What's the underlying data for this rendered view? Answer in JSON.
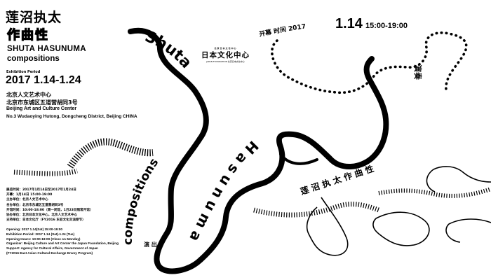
{
  "title_cn": "莲沼执太",
  "subtitle_cn": "作曲性",
  "name_en": "SHUTA HASUNUMA",
  "subtitle_en": "compositions",
  "exhibition_label": "Exhibition Period",
  "dates_short": "2017  1.14-1.24",
  "venue_cn": "北京人文艺术中心",
  "address_cn": "北京市东城区五道营胡同3号",
  "venue_en": "Beijing Art and Culture Center",
  "address_en": "No.3 Wudaoying Hutong, Dongcheng District, Beijing CHINA",
  "info_cn_lines": [
    "展览时间：2017年1月14日至2017年1月24日",
    "开幕：1月14日 15:00-19:00",
    "主办单位：北京人文艺术中心",
    "合办单位：北京市东城区五道营胡同3号",
    "开馆时间：10:00-18:00（周一闭馆，1月23日照常开馆）",
    "协办单位：北京日本文化中心，北京人文艺术中心",
    "支持单位：日本文化厅（FY2016 东亚文化交流使节）"
  ],
  "info_en_lines": [
    "Opening: 2017 1.14(Sat) 15:00-19:00",
    "Exhibition Period: 2017 1.14 (Sat)-1.24 (Tue)",
    "Opening Hours: 10:00-18:00 (Close on Monday)",
    "Organizer: Beijing Culture and Art Center the Japan Foundation, Beijing",
    "Support: Agency for Cultural Affairs, Government of Japan",
    "(FY2016 East Asian Cultural Exchange Envoy Program)"
  ],
  "logo": {
    "top": "北京日本文化中心",
    "main": "日本文化中心",
    "sub": "JAPAN FOUNDATION    北京日本文化中心"
  },
  "curve_texts": {
    "shuta": "Shuta",
    "hasunuma": "H a s u n u m a",
    "compositions": "compositions",
    "opening_dots": "开幕  时间  2017",
    "opening_big": "1.14",
    "opening_time": "15:00-19:00",
    "kanji_river": "莲 沼 执 太  作 曲 性",
    "vertical_chars": "演奏",
    "foot": "演 出"
  },
  "colors": {
    "ink": "#000000",
    "paper": "#ffffff"
  }
}
